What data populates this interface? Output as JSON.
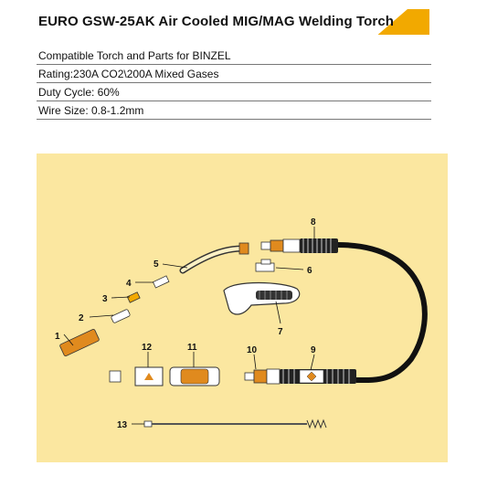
{
  "title": "EURO GSW-25AK Air Cooled MIG/MAG Welding Torch",
  "specs": [
    "Compatible Torch and Parts for BINZEL",
    "Rating:230A CO2\\200A Mixed Gases",
    "Duty Cycle:  60%",
    "Wire Size:  0.8-1.2mm"
  ],
  "parts": {
    "p1": "1",
    "p2": "2",
    "p3": "3",
    "p4": "4",
    "p5": "5",
    "p6": "6",
    "p7": "7",
    "p8": "8",
    "p9": "9",
    "p10": "10",
    "p11": "11",
    "p12": "12",
    "p13": "13"
  },
  "colors": {
    "accent": "#f2a900",
    "panel": "#fbe7a0",
    "cable": "#111111"
  }
}
